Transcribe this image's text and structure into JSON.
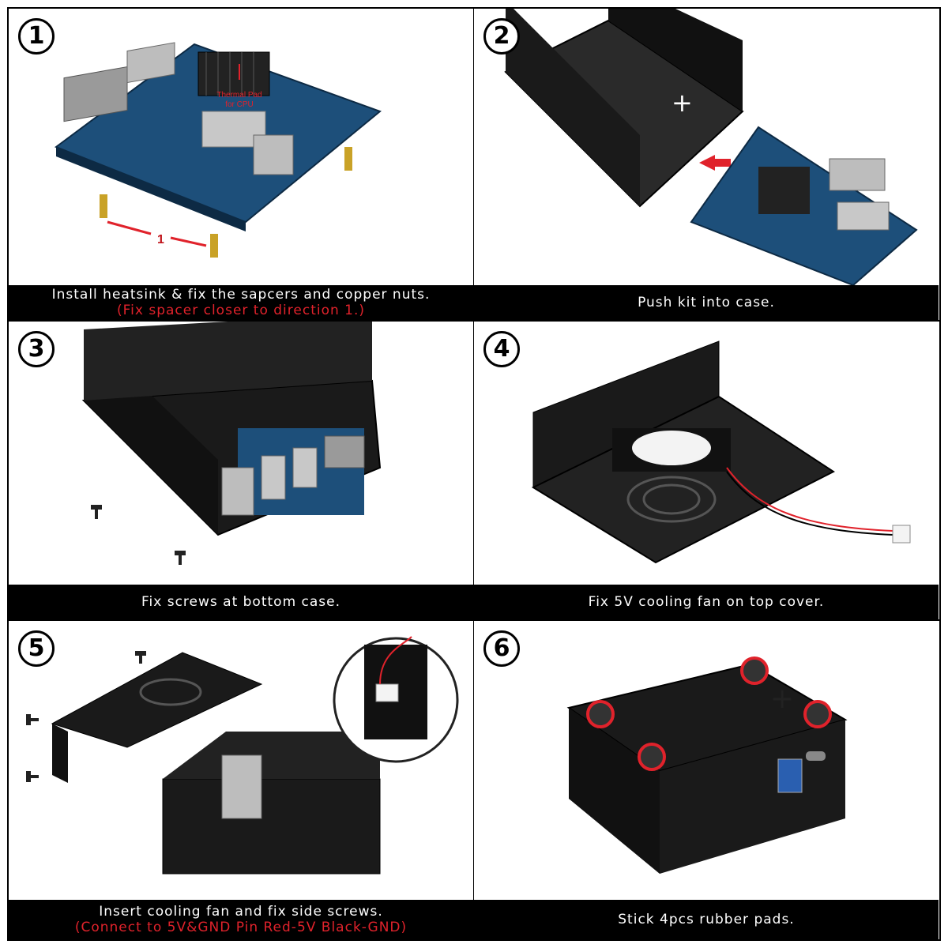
{
  "steps": [
    {
      "number": "1",
      "caption": "Install heatsink & fix the sapcers and copper nuts.",
      "note": "(Fix spacer closer to direction 1.)",
      "labels": {
        "thermal_pad_line1": "Thermal Pad",
        "thermal_pad_line2": "for CPU",
        "direction": "1"
      }
    },
    {
      "number": "2",
      "caption": "Push kit into case."
    },
    {
      "number": "3",
      "caption": "Fix screws at bottom case."
    },
    {
      "number": "4",
      "caption": "Fix 5V cooling fan on top cover."
    },
    {
      "number": "5",
      "caption": "Insert cooling fan and fix side screws.",
      "note": "(Connect to 5V&GND Pin   Red-5V  Black-GND)"
    },
    {
      "number": "6",
      "caption": "Stick 4pcs rubber pads."
    }
  ],
  "icons": [
    "circled-number-icon",
    "arrow-icon",
    "screw-icon",
    "fan-icon",
    "rubber-pad-icon"
  ],
  "colors": {
    "caption_bg": "#000000",
    "caption_text": "#ffffff",
    "note_red": "#e0222b",
    "board_blue": "#1d4f7a",
    "case_black": "#1a1a1a"
  }
}
